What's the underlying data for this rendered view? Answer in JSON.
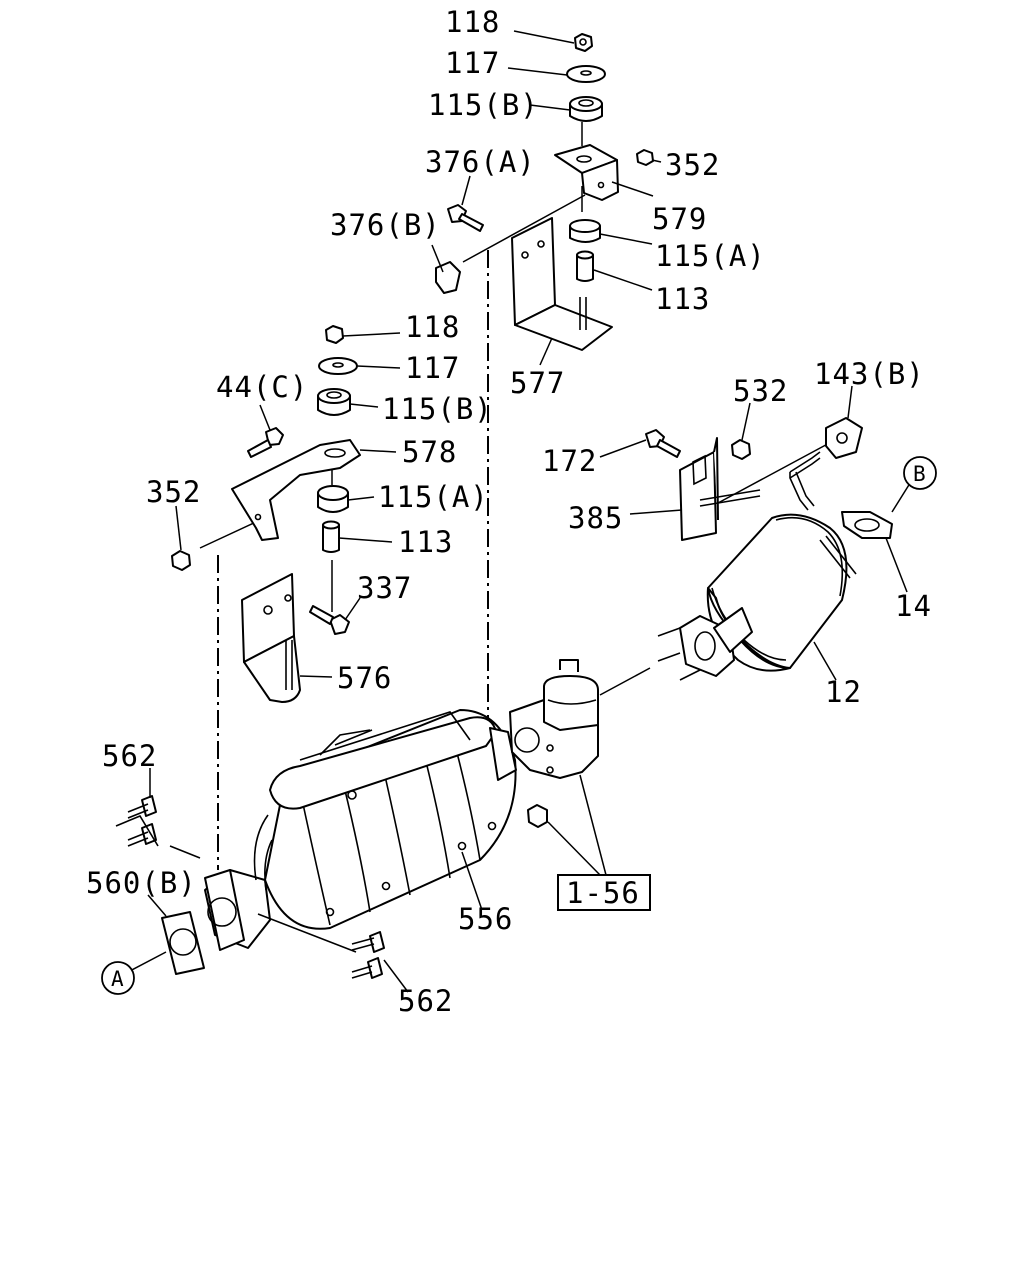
{
  "labels": {
    "l118_top": "118",
    "l117_top": "117",
    "l115b_top": "115(B)",
    "l376a": "376(A)",
    "l352_top": "352",
    "l376b": "376(B)",
    "l579": "579",
    "l115a_top": "115(A)",
    "l113_top": "113",
    "l577": "577",
    "l118_mid": "118",
    "l117_mid": "117",
    "l115b_mid": "115(B)",
    "l44c": "44(C)",
    "l578": "578",
    "l352_left": "352",
    "l115a_mid": "115(A)",
    "l113_mid": "113",
    "l337": "337",
    "l576": "576",
    "l532": "532",
    "l143b": "143(B)",
    "l172": "172",
    "l385": "385",
    "l14": "14",
    "l12": "12",
    "l562_top": "562",
    "l560b": "560(B)",
    "l556": "556",
    "l562_bottom": "562",
    "ref_box": "1-56",
    "circle_a": "A",
    "circle_b": "B"
  }
}
